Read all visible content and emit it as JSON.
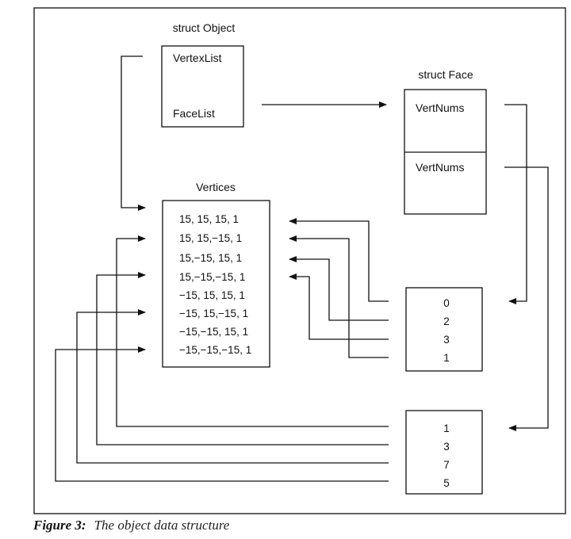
{
  "figure": {
    "caption_label": "Figure 3:",
    "caption_text": "The object data structure"
  },
  "struct_object": {
    "title": "struct Object",
    "fields": [
      "VertexList",
      "FaceList"
    ]
  },
  "struct_face": {
    "title": "struct Face",
    "fields": [
      "VertNums",
      "VertNums"
    ]
  },
  "vertices": {
    "title": "Vertices",
    "rows": [
      "15, 15, 15, 1",
      "15, 15,−15, 1",
      "15,−15, 15, 1",
      "15,−15,−15, 1",
      "−15, 15, 15, 1",
      "−15, 15,−15, 1",
      "−15,−15, 15, 1",
      "−15,−15,−15, 1"
    ]
  },
  "face_lists": [
    {
      "values": [
        "0",
        "2",
        "3",
        "1"
      ]
    },
    {
      "values": [
        "1",
        "3",
        "7",
        "5"
      ]
    }
  ]
}
